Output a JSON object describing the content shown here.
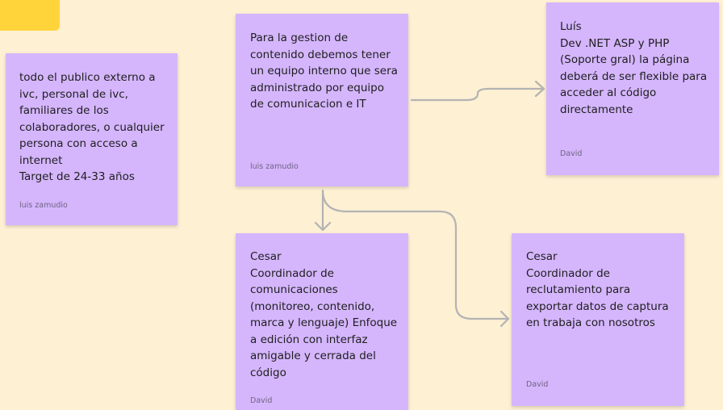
{
  "notes": {
    "audience": {
      "text": "todo el publico externo a ivc, personal de ivc, familiares de los colaboradores, o cualquier persona con acceso a internet\nTarget de 24-33 años",
      "author": "luis zamudio"
    },
    "content_team": {
      "text": "Para la gestion de contenido debemos tener un equipo interno que sera administrado por equipo de comunicacion e IT",
      "author": "luis zamudio"
    },
    "luis": {
      "text": "Luís\nDev .NET ASP y PHP (Soporte gral) la página deberá de ser flexible para acceder al código directamente",
      "author": "David"
    },
    "cesar_communications": {
      "text": "Cesar\nCoordinador de comunicaciones (monitoreo, contenido, marca y lenguaje) Enfoque a edición con interfaz amigable y cerrada del código",
      "author": "David"
    },
    "cesar_recruitment": {
      "text": "Cesar\nCoordinador de reclutamiento para exportar datos de captura en trabaja con nosotros",
      "author": "David"
    }
  },
  "colors": {
    "background": "#fdf0d3",
    "sticky_purple": "#d5b6fd",
    "sticky_yellow": "#ffd43b",
    "connector": "#b3b3b3"
  }
}
